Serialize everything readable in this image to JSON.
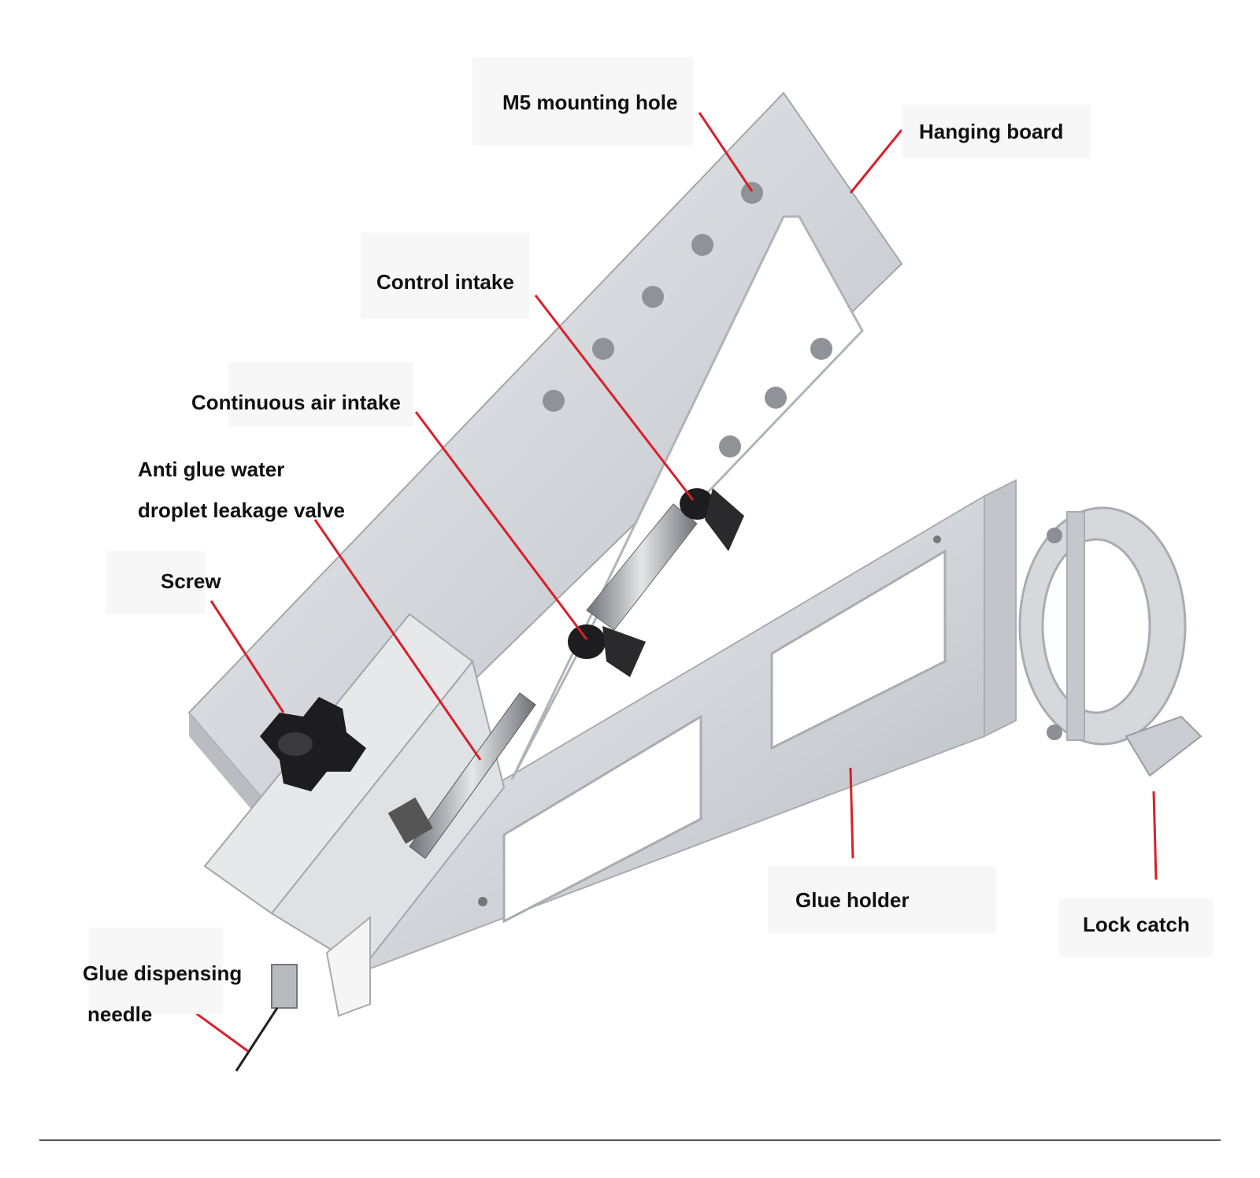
{
  "colors": {
    "leader": "#d9202a",
    "metal": "#d4d6d9",
    "metal_dark": "#a9adb2",
    "black_part": "#1d1d1f"
  },
  "labels": {
    "m5_mounting_hole": "M5 mounting hole",
    "hanging_board": "Hanging board",
    "control_intake": "Control intake",
    "continuous_air_intake": "Continuous air intake",
    "anti_glue_line1": "Anti glue water",
    "anti_glue_line2": "droplet leakage valve",
    "screw": "Screw",
    "glue_holder": "Glue holder",
    "lock_catch": "Lock catch",
    "needle_line1": "Glue dispensing",
    "needle_line2": "needle"
  }
}
